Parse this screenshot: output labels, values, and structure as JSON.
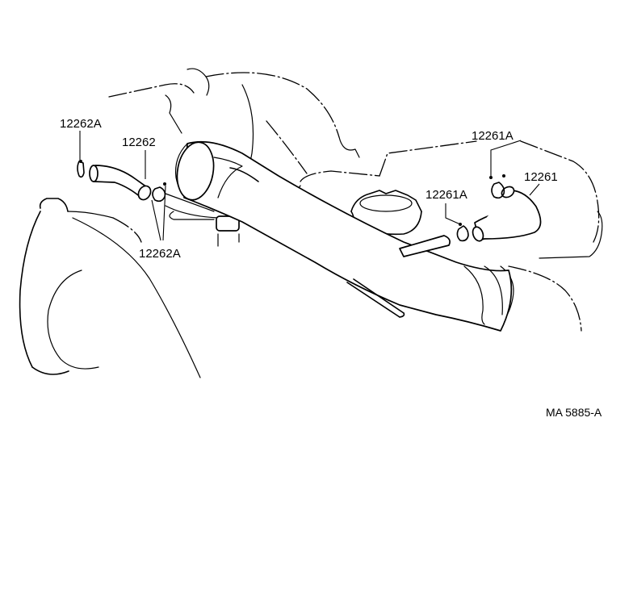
{
  "diagram": {
    "labels": {
      "clamp_left_upper": "12262A",
      "hose_left": "12262",
      "clamp_left_lower": "12262A",
      "clamp_right_upper": "12261A",
      "hose_right": "12261",
      "clamp_right_lower": "12261A"
    },
    "reference_code": "MA 5885-A"
  }
}
